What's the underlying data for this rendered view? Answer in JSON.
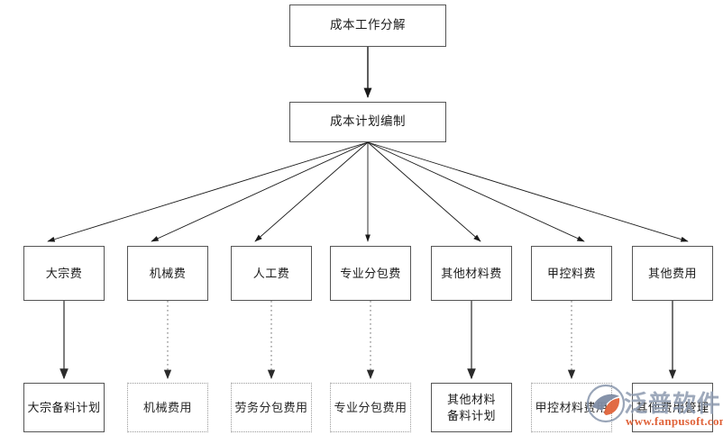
{
  "diagram": {
    "title_top": "成本工作分解",
    "title_second": "成本计划编制",
    "cost_categories": [
      {
        "label": "大宗费",
        "style": "solid"
      },
      {
        "label": "机械费",
        "style": "solid"
      },
      {
        "label": "人工费",
        "style": "solid"
      },
      {
        "label": "专业分包费",
        "style": "solid"
      },
      {
        "label": "其他材料费",
        "style": "solid"
      },
      {
        "label": "甲控料费",
        "style": "solid"
      },
      {
        "label": "其他费用",
        "style": "solid"
      }
    ],
    "plan_items": [
      {
        "label": "大宗备料计划",
        "style": "solid"
      },
      {
        "label": "机械费用",
        "style": "dotted"
      },
      {
        "label": "劳务分包费用",
        "style": "dotted"
      },
      {
        "label": "专业分包费用",
        "style": "dotted"
      },
      {
        "label": "其他材料\n备料计划",
        "line1": "其他材料",
        "line2": "备料计划",
        "style": "solid"
      },
      {
        "label": "甲控材料费用",
        "style": "dotted"
      },
      {
        "label": "其他费用管理",
        "style": "solid"
      }
    ]
  },
  "watermark": {
    "brand": "泛普软件",
    "url": "www.fanpusoft.com",
    "logo_icon": "fanpu-circle-logo",
    "brand_color": "#8e9bb0",
    "url_color": "#e0633a",
    "accent_color": "#e0633a"
  },
  "colors": {
    "box_border_solid": "#555555",
    "box_border_dotted": "#9a9a9a",
    "line": "#1a1a1a",
    "background": "#ffffff"
  }
}
